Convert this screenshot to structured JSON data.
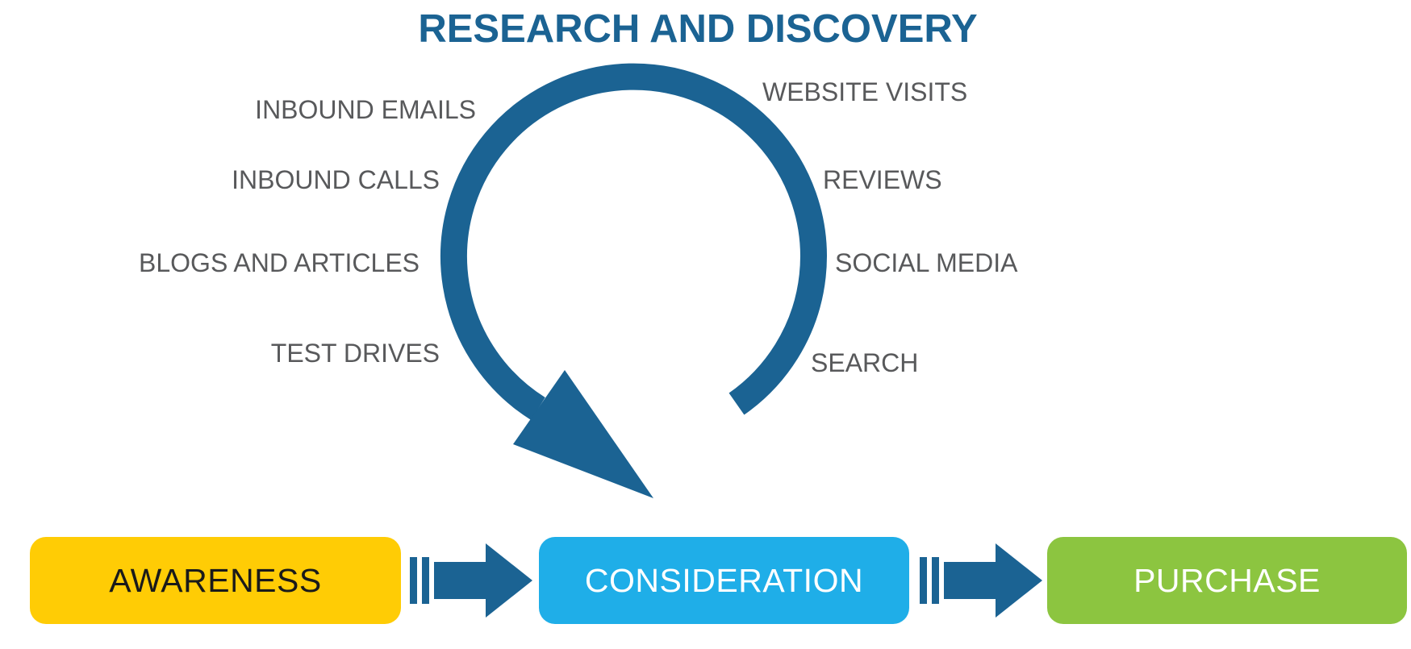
{
  "title": "RESEARCH AND DISCOVERY",
  "cycle": {
    "description": "circular arrow loop of research touchpoints",
    "left_items": [
      "INBOUND EMAILS",
      "INBOUND CALLS",
      "BLOGS AND ARTICLES",
      "TEST DRIVES"
    ],
    "right_items": [
      "WEBSITE VISITS",
      "REVIEWS",
      "SOCIAL MEDIA",
      "SEARCH"
    ]
  },
  "stages": [
    {
      "label": "AWARENESS",
      "color": "#FFCC05",
      "text_color": "#1A1A1A"
    },
    {
      "label": "CONSIDERATION",
      "color": "#1FAEE8",
      "text_color": "#FFFFFF"
    },
    {
      "label": "PURCHASE",
      "color": "#8CC540",
      "text_color": "#FFFFFF"
    }
  ],
  "colors": {
    "primary_blue": "#1B6393",
    "label_gray": "#58595B",
    "background": "#FFFFFF"
  }
}
